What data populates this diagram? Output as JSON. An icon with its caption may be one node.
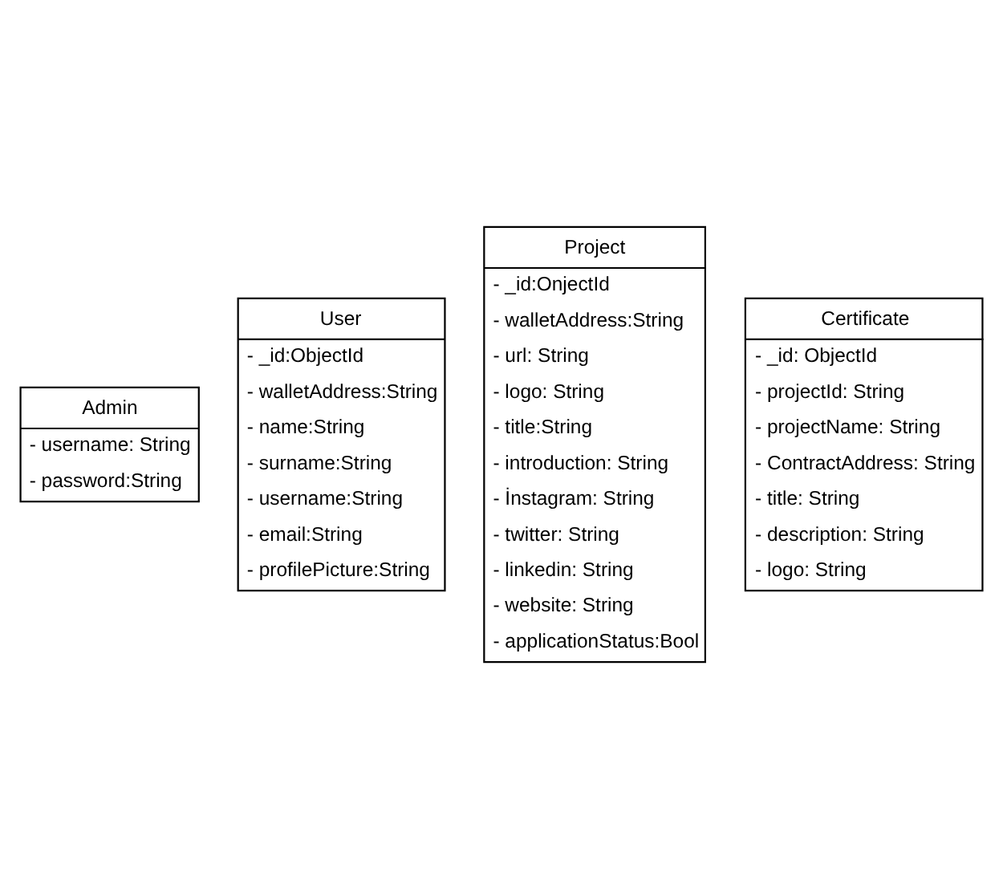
{
  "diagram": {
    "nodes": [
      {
        "text": [
          "Admin",
          "- username: String",
          "- password:String"
        ]
      },
      {
        "text": [
          "User",
          "- _id:ObjectId",
          "- walletAddress:String",
          "- name:String",
          "- surname:String",
          "- username:String",
          "- email:String",
          "- profilePicture:String"
        ]
      },
      {
        "text": [
          "Project",
          "- _id:OnjectId",
          "- walletAddress:String",
          "- url: String",
          "- logo: String",
          "- title:String",
          "- introduction: String",
          "- İnstagram: String",
          "- twitter: String",
          "- linkedin: String",
          "- website: String",
          "- applicationStatus:Bool"
        ]
      },
      {
        "text": [
          "Certificate",
          "- _id: ObjectId",
          "- projectId: String",
          "- projectName: String",
          "- ContractAddress: String",
          "- title: String",
          "- description: String",
          "- logo: String"
        ]
      }
    ]
  }
}
